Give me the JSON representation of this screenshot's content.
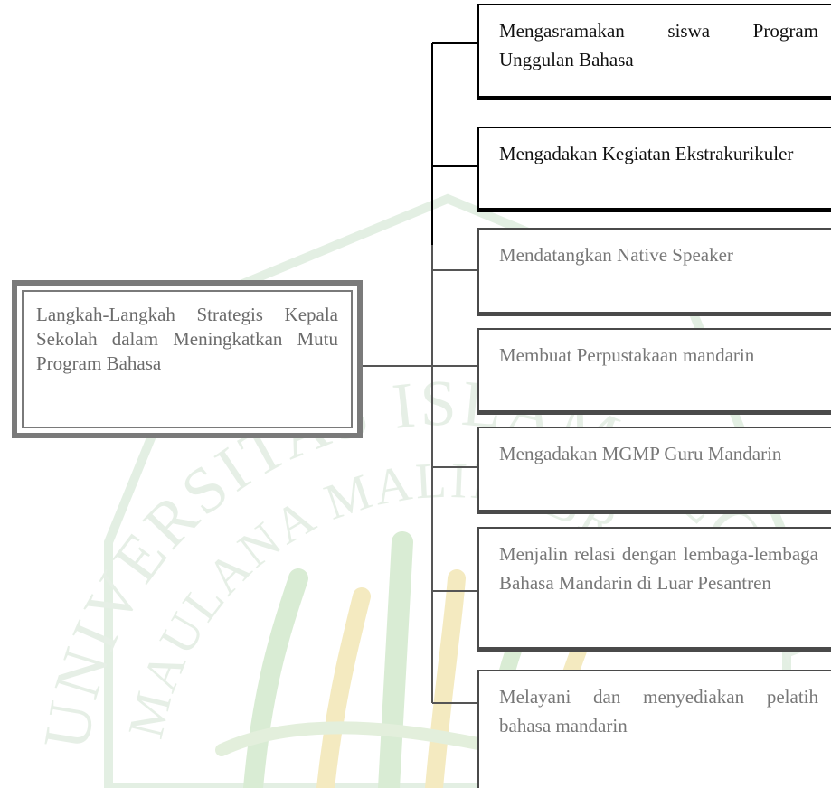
{
  "root": {
    "text": "Langkah-Langkah Strategis Kepala Sekolah dalam Meningkatkan Mutu Program Bahasa"
  },
  "children": [
    {
      "text": "Mengasramakan siswa Program Unggulan Bahasa"
    },
    {
      "text": "Mengadakan Kegiatan Ekstrakurikuler"
    },
    {
      "text": "Mendatangkan Native Speaker"
    },
    {
      "text": "Membuat Perpustakaan mandarin"
    },
    {
      "text": "Mengadakan MGMP Guru Mandarin"
    },
    {
      "text": "Menjalin relasi dengan lembaga-lembaga Bahasa Mandarin di Luar Pesantren"
    },
    {
      "text": "Melayani dan menyediakan pelatih bahasa mandarin"
    }
  ],
  "colors": {
    "dark_text": "#111111",
    "light_text": "#777777",
    "root_border": "#7a7a7a",
    "watermark_green": "#d6ead6",
    "watermark_gold": "#f7ecc4"
  },
  "watermark": {
    "text": "UNIVERSITAS ISLAM NEGERI MAULANA MALIK IBRAHIM"
  }
}
